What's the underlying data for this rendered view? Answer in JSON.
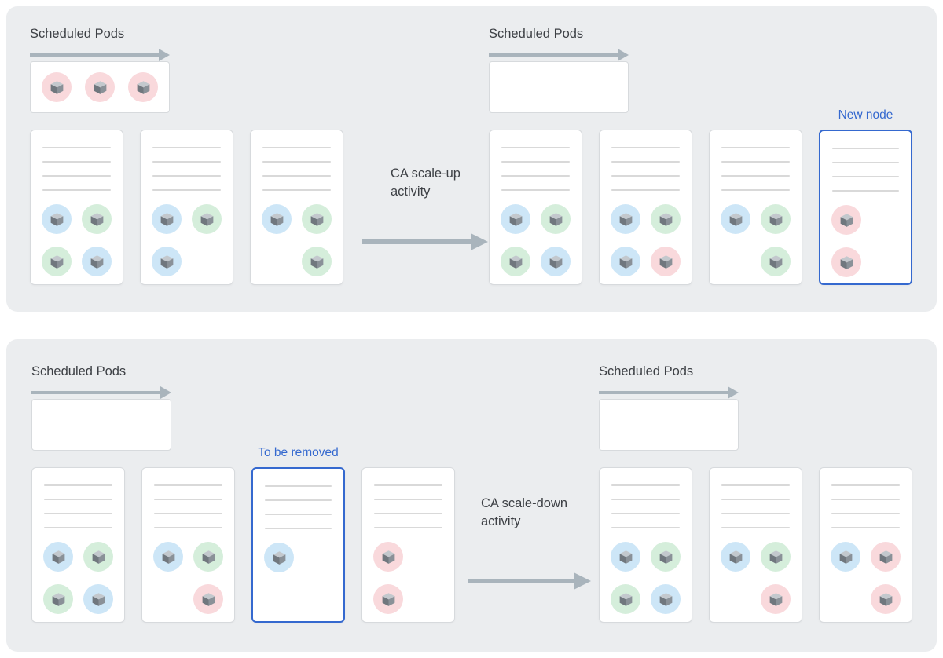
{
  "colors": {
    "panel_bg": "#ebedef",
    "card_bg": "#ffffff",
    "card_border": "#d7dadd",
    "placeholder_line": "#d9d9d9",
    "arrow": "#a9b4bc",
    "accent_blue": "#3569cf",
    "text": "#3d4045",
    "pod_blue": "#cde6f7",
    "pod_green": "#d5eedb",
    "pod_pink": "#f9d9dc",
    "cube_top": "#c3c8cd",
    "cube_left": "#70777e",
    "cube_right": "#8a9198"
  },
  "panels": [
    {
      "id": "scale-up",
      "left": {
        "label": "Scheduled Pods",
        "queue_pods": [
          "pink",
          "pink",
          "pink"
        ],
        "nodes": [
          {
            "pods": [
              "blue",
              "green",
              "green",
              "blue"
            ]
          },
          {
            "pods": [
              "blue",
              "green",
              "blue",
              null
            ]
          },
          {
            "pods": [
              "blue",
              "green",
              null,
              "green"
            ]
          }
        ]
      },
      "middle": {
        "label": "CA scale-up activity"
      },
      "right": {
        "label": "Scheduled Pods",
        "queue_pods": [],
        "nodes": [
          {
            "pods": [
              "blue",
              "green",
              "green",
              "blue"
            ]
          },
          {
            "pods": [
              "blue",
              "green",
              "blue",
              "pink"
            ]
          },
          {
            "pods": [
              "blue",
              "green",
              null,
              "green"
            ]
          },
          {
            "label": "New node",
            "highlighted": true,
            "pods": [
              "pink",
              null,
              "pink",
              null
            ]
          }
        ]
      }
    },
    {
      "id": "scale-down",
      "left": {
        "label": "Scheduled Pods",
        "queue_pods": [],
        "nodes": [
          {
            "pods": [
              "blue",
              "green",
              "green",
              "blue"
            ]
          },
          {
            "pods": [
              "blue",
              "green",
              null,
              "pink"
            ]
          },
          {
            "label": "To be removed",
            "highlighted": true,
            "pods": [
              "blue",
              null,
              null,
              null
            ]
          },
          {
            "pods": [
              "pink",
              null,
              "pink",
              null
            ]
          }
        ]
      },
      "middle": {
        "label": "CA scale-down activity"
      },
      "right": {
        "label": "Scheduled Pods",
        "queue_pods": [],
        "nodes": [
          {
            "pods": [
              "blue",
              "green",
              "green",
              "blue"
            ]
          },
          {
            "pods": [
              "blue",
              "green",
              null,
              "pink"
            ]
          },
          {
            "pods": [
              "blue",
              "pink",
              null,
              "pink"
            ]
          }
        ]
      }
    }
  ]
}
